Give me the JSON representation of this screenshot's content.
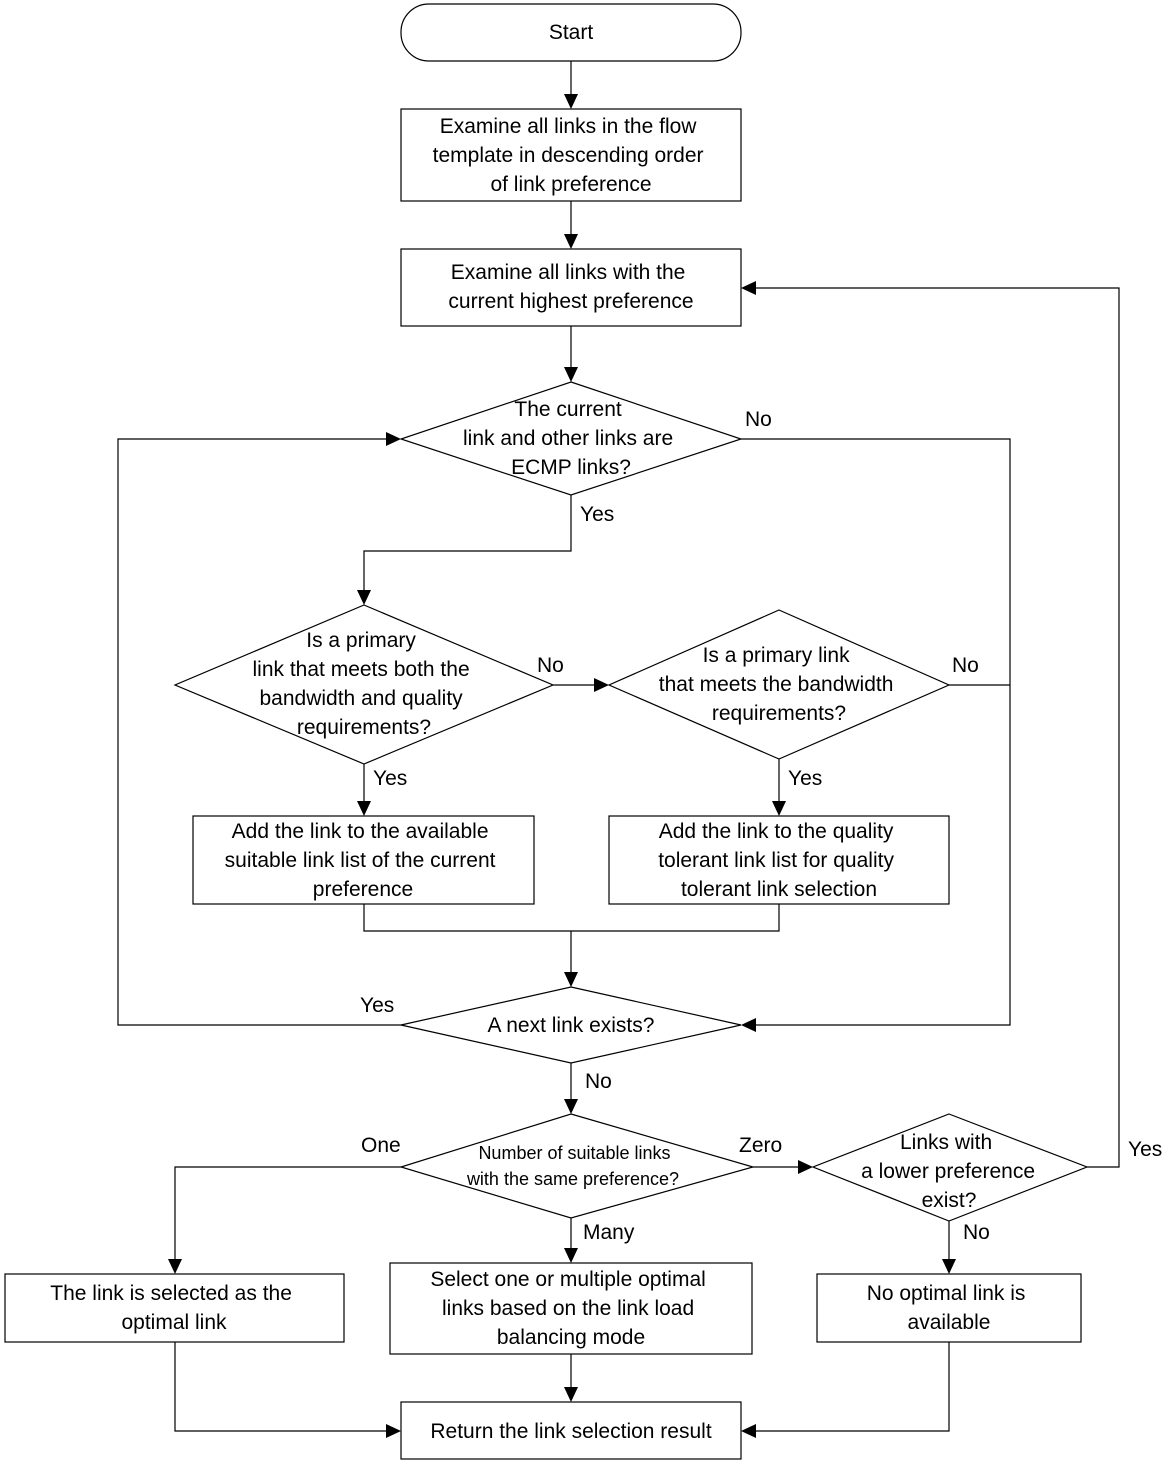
{
  "nodes": {
    "start": [
      "Start"
    ],
    "examine_all": [
      "Examine all links in the flow",
      "template in descending order",
      "of link preference"
    ],
    "examine_highest": [
      "Examine all links with the",
      "current highest preference"
    ],
    "ecmp_decision": [
      "The current",
      "link and other links are",
      "ECMP links?"
    ],
    "primary_both": [
      "Is a primary",
      "link that meets both the",
      "bandwidth and quality",
      "requirements?"
    ],
    "primary_bandwidth": [
      "Is a primary link",
      "that meets the bandwidth",
      "requirements?"
    ],
    "add_available": [
      "Add the link to the available",
      "suitable link list of the current",
      "preference"
    ],
    "add_quality": [
      "Add the link to the quality",
      "tolerant link list for quality",
      "tolerant link selection"
    ],
    "next_link": [
      "A next link exists?"
    ],
    "number_suitable": [
      "Number of suitable links",
      "with the same preference?"
    ],
    "lower_pref": [
      "Links with",
      "a lower preference",
      "exist?"
    ],
    "selected_optimal": [
      "The link is selected as the",
      "optimal link"
    ],
    "select_multiple": [
      "Select one or multiple optimal",
      "links based on the link load",
      "balancing mode"
    ],
    "no_optimal": [
      "No optimal link is",
      "available"
    ],
    "return_result": [
      "Return the link selection result"
    ]
  },
  "labels": {
    "ecmp_no": "No",
    "ecmp_yes": "Yes",
    "both_no": "No",
    "both_yes": "Yes",
    "bw_no": "No",
    "bw_yes": "Yes",
    "next_yes": "Yes",
    "next_no": "No",
    "num_one": "One",
    "num_zero": "Zero",
    "num_many": "Many",
    "lower_yes": "Yes",
    "lower_no": "No"
  }
}
